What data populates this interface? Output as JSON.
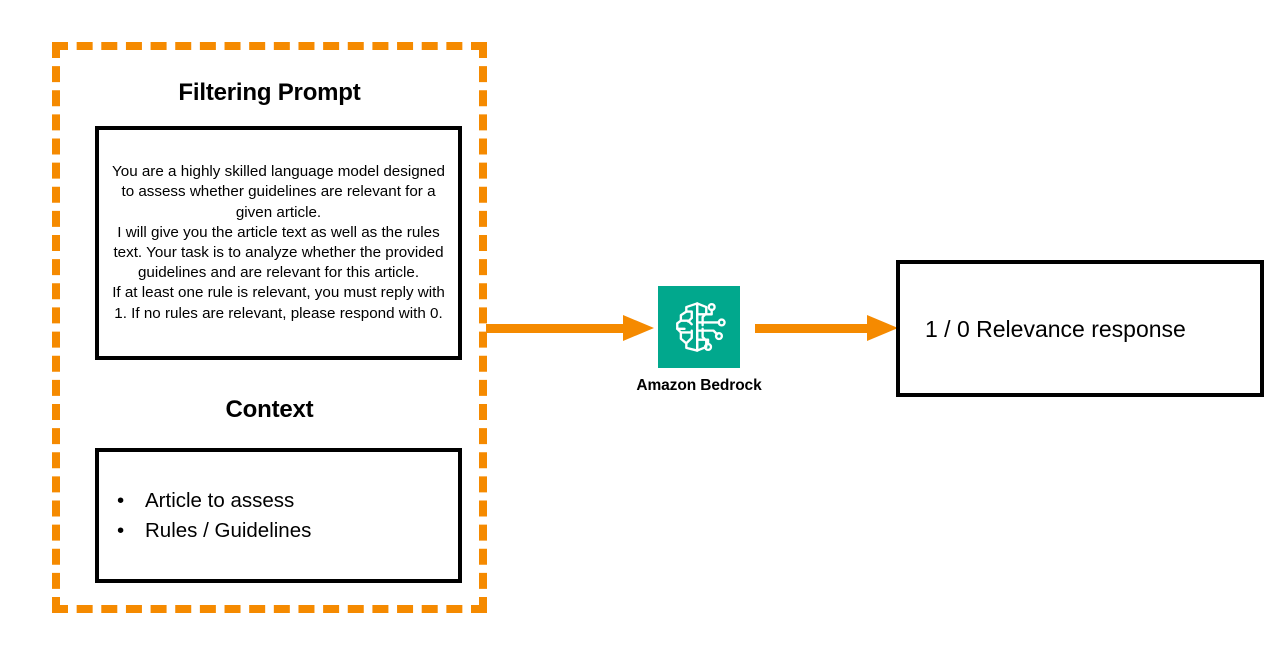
{
  "diagram": {
    "group": {
      "prompt_heading": "Filtering Prompt",
      "prompt_text": "You are a highly skilled language model designed to assess whether guidelines are relevant for a given article.\nI will give you the article text as well as the rules text. Your task is to analyze whether the provided guidelines and are relevant for this article.\nIf at least one rule is relevant, you must reply with 1. If no rules are relevant, please respond with 0.",
      "context_heading": "Context",
      "context_items": [
        "Article to assess",
        "Rules / Guidelines"
      ],
      "bullet_glyph": "•",
      "border_color": "#F58A00",
      "border_style": "dashed"
    },
    "service": {
      "label": "Amazon Bedrock",
      "icon_name": "amazon-bedrock-brain-circuit-icon",
      "icon_background": "#01A88D",
      "icon_stroke": "#FFFFFF"
    },
    "output": {
      "text": "1 / 0 Relevance response",
      "border_color": "#000000"
    },
    "arrows": [
      {
        "name": "arrow-prompt-to-bedrock",
        "color": "#F58A00",
        "direction": "right"
      },
      {
        "name": "arrow-bedrock-to-response",
        "color": "#F58A00",
        "direction": "right"
      }
    ],
    "colors": {
      "accent_orange": "#F58A00",
      "service_teal": "#01A88D",
      "outline_black": "#000000",
      "background": "#FFFFFF"
    }
  }
}
